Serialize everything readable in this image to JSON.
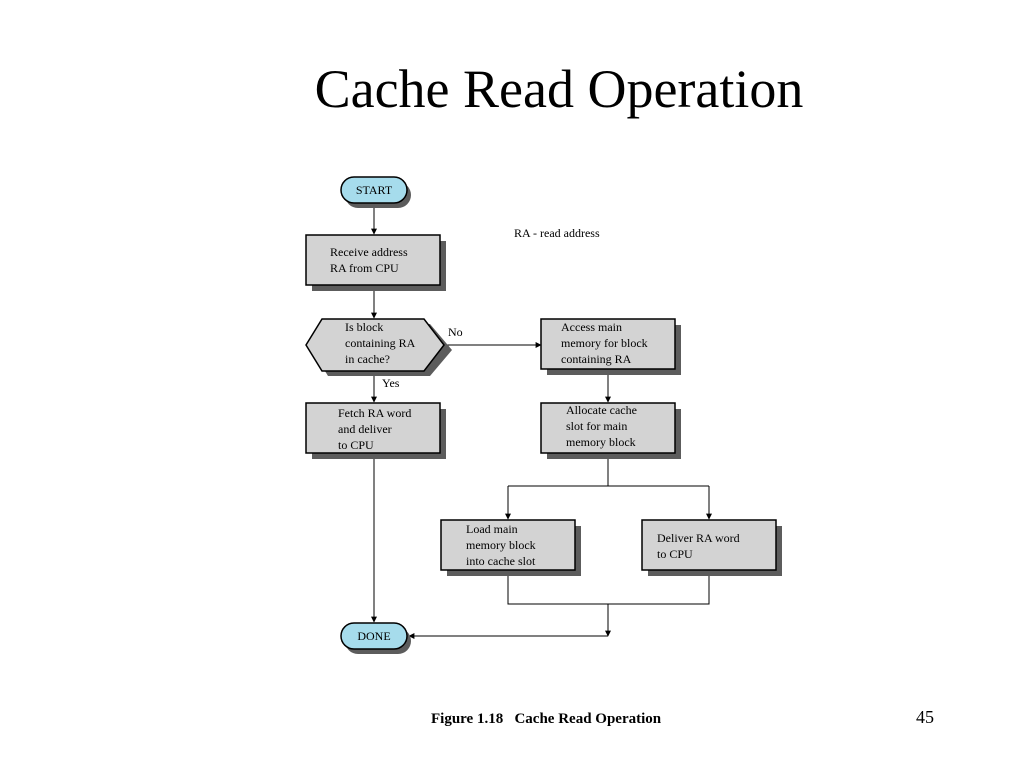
{
  "slide": {
    "title": "Cache Read Operation",
    "caption": "Figure 1.18   Cache Read Operation",
    "page_number": "45"
  },
  "diagram": {
    "note": "RA - read address",
    "nodes": {
      "start": [
        "START"
      ],
      "receive": [
        "Receive address",
        "RA from CPU"
      ],
      "decision": [
        "Is block",
        "containing RA",
        "in cache?"
      ],
      "fetch": [
        "Fetch RA word",
        "and deliver",
        "to CPU"
      ],
      "access": [
        "Access main",
        "memory for block",
        "containing RA"
      ],
      "allocate": [
        "Allocate cache",
        "slot for main",
        "memory block"
      ],
      "load": [
        "Load main",
        "memory block",
        "into cache slot"
      ],
      "deliver": [
        "Deliver RA word",
        "to CPU"
      ],
      "done": [
        "DONE"
      ]
    },
    "edge_labels": {
      "no": "No",
      "yes": "Yes"
    },
    "colors": {
      "terminal_fill": "#a6dcec",
      "process_fill": "#d3d3d3",
      "shadow": "#5c5c5c"
    }
  }
}
